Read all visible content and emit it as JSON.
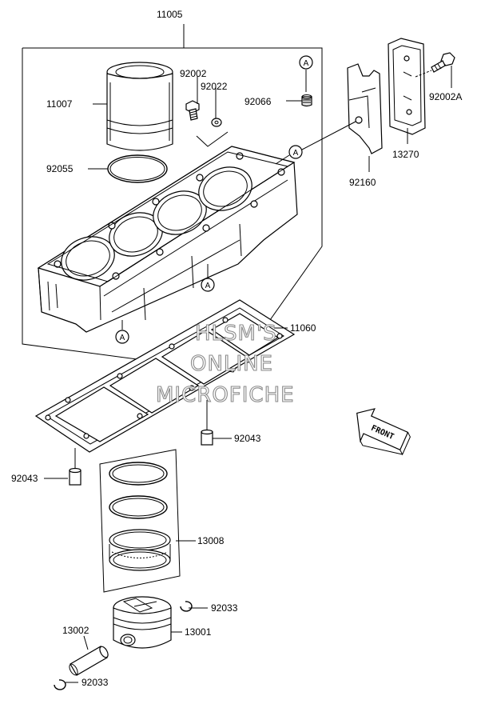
{
  "diagram": {
    "part_numbers": {
      "cylinder": "11005",
      "liner": "11007",
      "bolt": "92002",
      "washer": "92022",
      "plug": "92066",
      "o_ring": "92055",
      "cover_plate": "92160",
      "gasket_plate": "13270",
      "bolt_a": "92002A",
      "base_gasket": "11060",
      "dowel_right": "92043",
      "dowel_left": "92043",
      "rings": "13008",
      "circlip_top": "92033",
      "piston": "13001",
      "pin": "13002",
      "circlip_bottom": "92033"
    },
    "reference_markers": [
      "A",
      "A",
      "A",
      "A"
    ],
    "watermark": [
      "HLSM'S",
      "ONLINE",
      "MICROFICHE"
    ],
    "front_arrow": "FRONT"
  }
}
